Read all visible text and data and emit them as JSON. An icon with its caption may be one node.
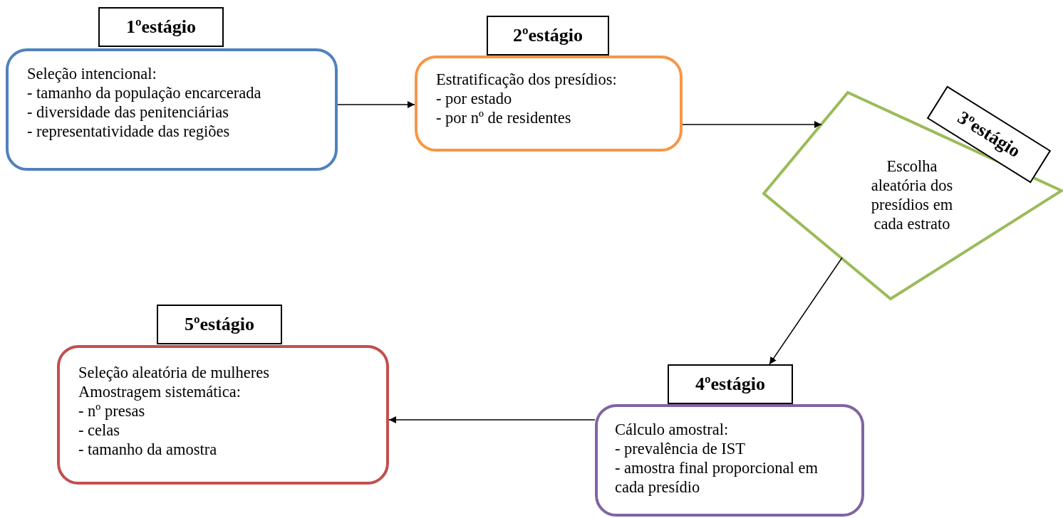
{
  "diagram": {
    "nodes": [
      {
        "text": [
          "1ºestágio",
          "Seleção intencional:",
          "- tamanho da população encarcerada",
          "- diversidade das penitenciárias",
          "- representatividade das regiões"
        ]
      },
      {
        "text": [
          "2ºestágio",
          "Estratificação dos presídios:",
          "- por estado",
          "- por nº de residentes"
        ]
      },
      {
        "text": [
          "3ºestágio",
          "Escolha aleatória dos presídios em cada estrato"
        ]
      },
      {
        "text": [
          "4ºestágio",
          "Cálculo amostral:",
          "- prevalência de IST",
          "- amostra final proporcional em cada presídio"
        ]
      },
      {
        "text": [
          "5ºestágio",
          "Seleção aleatória de mulheres",
          "Amostragem sistemática:",
          "- nº presas",
          "- celas",
          "- tamanho da amostra"
        ]
      }
    ],
    "edges": [
      {
        "from": 0,
        "to": 1,
        "arrow": "to"
      },
      {
        "from": 1,
        "to": 2,
        "arrow": "to"
      },
      {
        "from": 2,
        "to": 3,
        "arrow": "to"
      },
      {
        "from": 3,
        "to": 4,
        "arrow": "to"
      }
    ]
  }
}
